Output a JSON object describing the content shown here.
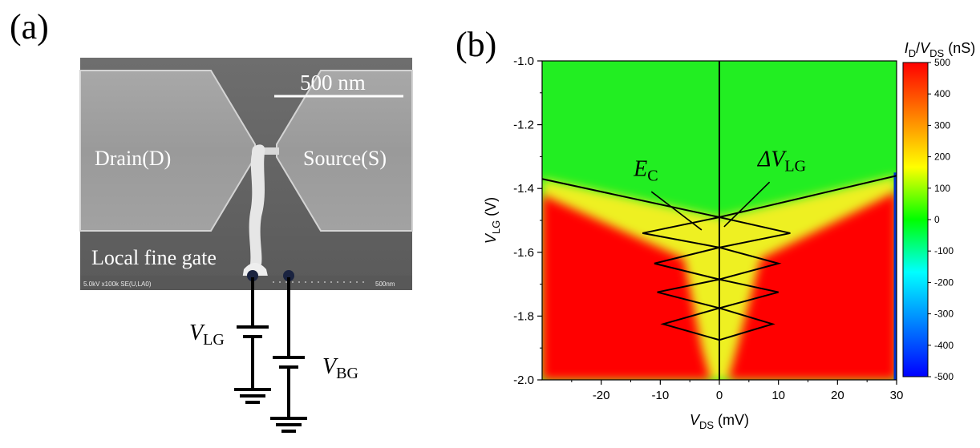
{
  "panel_a": {
    "label": "(a)",
    "scale_bar": "500 nm",
    "drain_label": "Drain(D)",
    "source_label": "Source(S)",
    "gate_label": "Local fine gate",
    "sem_info": "5.0kV x100k SE(U,LA0)",
    "sem_scale": "500nm",
    "vlg_main": "V",
    "vlg_sub": "LG",
    "vbg_main": "V",
    "vbg_sub": "BG"
  },
  "panel_b": {
    "label": "(b)",
    "annot_ec_main": "E",
    "annot_ec_sub": "C",
    "annot_dvlg_main": "ΔV",
    "annot_dvlg_sub": "LG"
  },
  "chart_data": {
    "type": "heatmap",
    "xlabel_main": "V",
    "xlabel_sub": "DS",
    "xlabel_unit": " (mV)",
    "ylabel_main": "V",
    "ylabel_sub": "LG",
    "ylabel_unit": " (V)",
    "xlim": [
      -30,
      30
    ],
    "ylim": [
      -2.0,
      -1.0
    ],
    "xticks": [
      -20,
      -10,
      0,
      10,
      20,
      30
    ],
    "yticks": [
      -1.0,
      -1.2,
      -1.4,
      -1.6,
      -1.8,
      -2.0
    ],
    "colorbar": {
      "title_I": "I",
      "title_Isub": "D",
      "title_slash": "/",
      "title_V": "V",
      "title_Vsub": "DS",
      "title_unit": " (nS)",
      "range": [
        -500,
        500
      ],
      "ticks": [
        500,
        400,
        300,
        200,
        100,
        0,
        -100,
        -200,
        -300,
        -400,
        -500
      ],
      "colors": [
        "#ff0000",
        "#ff7f00",
        "#ffff00",
        "#00ff00",
        "#00ffff",
        "#0080ff",
        "#0000ff"
      ]
    },
    "blockade_edges": [
      {
        "points": [
          [
            -30,
            -1.37
          ],
          [
            0,
            -1.49
          ],
          [
            30,
            -1.36
          ]
        ]
      },
      {
        "points": [
          [
            0,
            -1.49
          ],
          [
            0,
            -2.0
          ]
        ]
      }
    ],
    "coulomb_diamonds": [
      {
        "left": [
          -13,
          -1.54
        ],
        "top": [
          0,
          -1.49
        ],
        "right": [
          12,
          -1.54
        ],
        "bottom": [
          0,
          -1.585
        ]
      },
      {
        "left": [
          -11,
          -1.635
        ],
        "top": [
          0,
          -1.585
        ],
        "right": [
          10,
          -1.635
        ],
        "bottom": [
          0,
          -1.685
        ]
      },
      {
        "left": [
          -10.5,
          -1.725
        ],
        "top": [
          0,
          -1.685
        ],
        "right": [
          10,
          -1.725
        ],
        "bottom": [
          0,
          -1.775
        ]
      },
      {
        "left": [
          -9.5,
          -1.825
        ],
        "top": [
          0,
          -1.775
        ],
        "right": [
          9,
          -1.825
        ],
        "bottom": [
          0,
          -1.875
        ]
      }
    ],
    "vertical_line_x": 0,
    "vertical_line_y": [
      -1.0,
      -2.0
    ]
  }
}
